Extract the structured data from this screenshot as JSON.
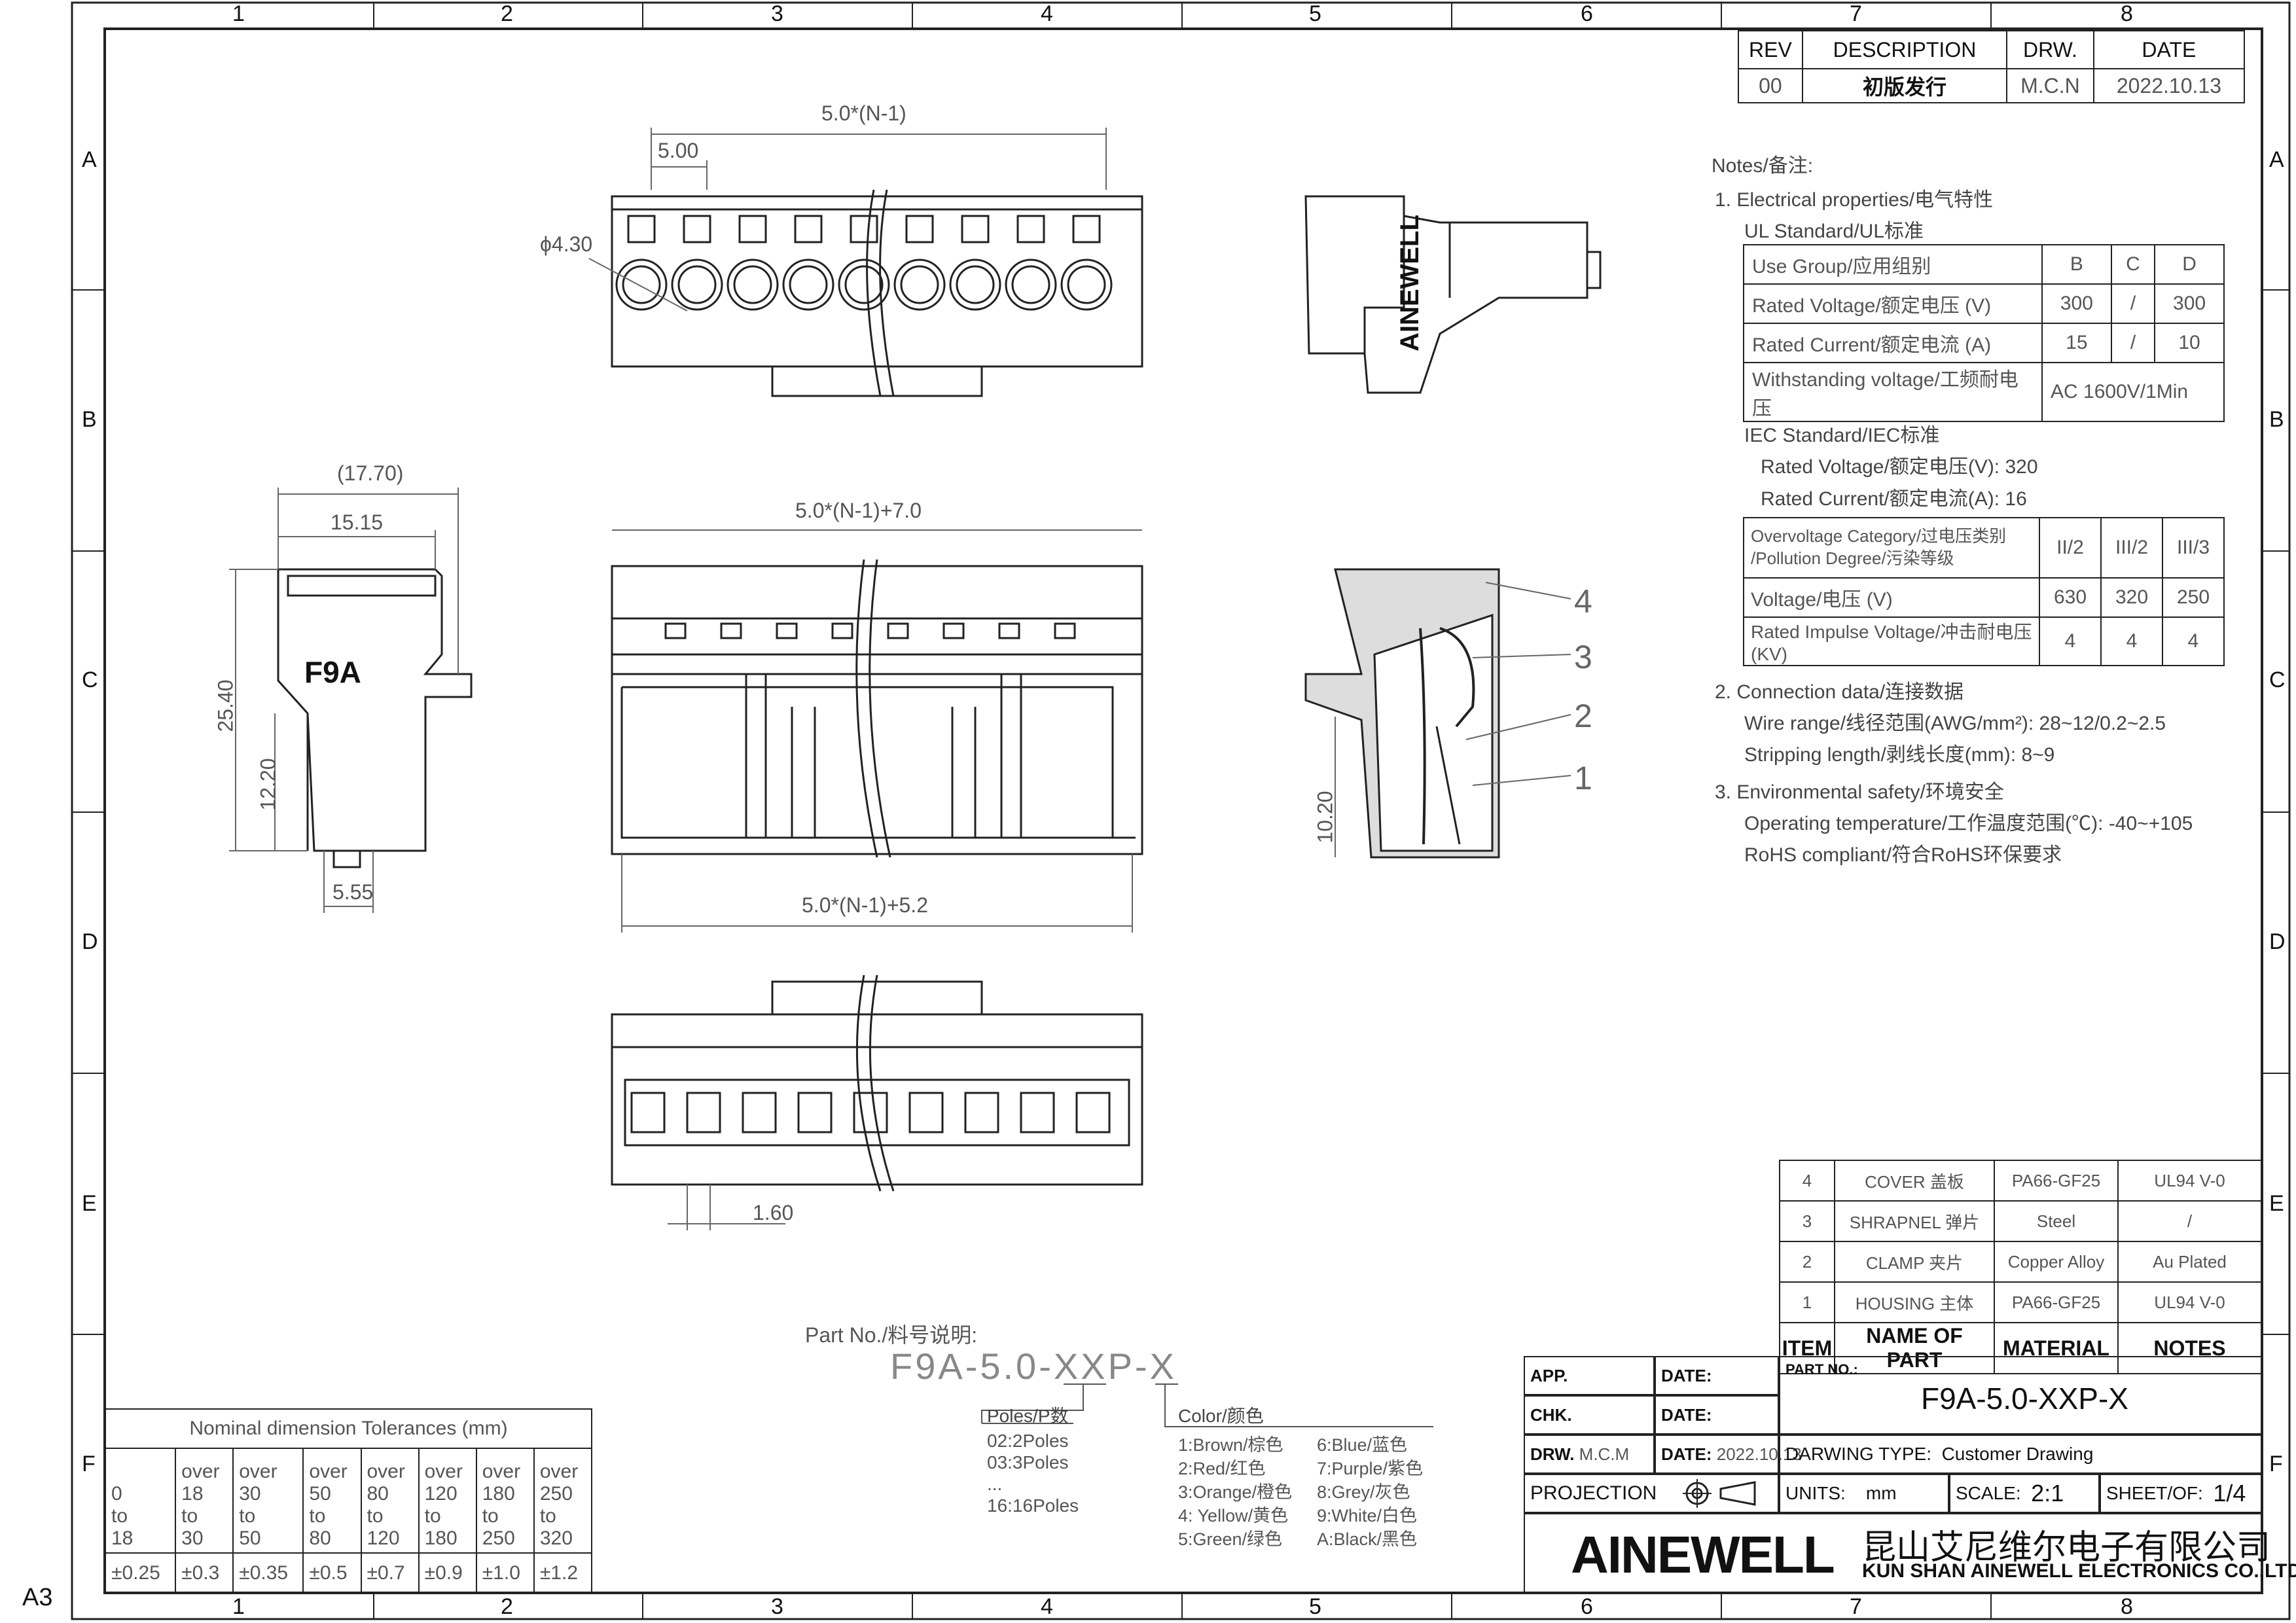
{
  "frame": {
    "col_labels": [
      "1",
      "2",
      "3",
      "4",
      "5",
      "6",
      "7",
      "8"
    ],
    "row_labels": [
      "A",
      "B",
      "C",
      "D",
      "E",
      "F"
    ],
    "sheet_size": "A3"
  },
  "revision": {
    "headers": [
      "REV",
      "DESCRIPTION",
      "DRW.",
      "DATE"
    ],
    "rows": [
      [
        "00",
        "初版发行",
        "M.C.N",
        "2022.10.13"
      ]
    ]
  },
  "notes": {
    "title": "Notes/备注:",
    "electrical": "1. Electrical properties/电气特性",
    "ul_label": "UL Standard/UL标准",
    "ul_table": [
      [
        "Use Group/应用组别",
        "B",
        "C",
        "D"
      ],
      [
        "Rated Voltage/额定电压 (V)",
        "300",
        "/",
        "300"
      ],
      [
        "Rated Current/额定电流 (A)",
        "15",
        "/",
        "10"
      ],
      [
        "Withstanding voltage/工频耐电压",
        "AC 1600V/1Min"
      ]
    ],
    "iec_label": "IEC Standard/IEC标准",
    "iec_voltage": "Rated Voltage/额定电压(V):  320",
    "iec_current": "Rated Current/额定电流(A):  16",
    "iec_table": [
      [
        "Overvoltage Category/过电压类别\n/Pollution Degree/污染等级",
        "II/2",
        "III/2",
        "III/3"
      ],
      [
        "Voltage/电压 (V)",
        "630",
        "320",
        "250"
      ],
      [
        "Rated Impulse Voltage/冲击耐电压(KV)",
        "4",
        "4",
        "4"
      ]
    ],
    "connection": "2. Connection data/连接数据",
    "wire_range": "Wire range/线径范围(AWG/mm²):  28~12/0.2~2.5",
    "stripping": "Stripping length/剥线长度(mm):  8~9",
    "environmental": "3. Environmental safety/环境安全",
    "operating_temp": "Operating temperature/工作温度范围(℃):  -40~+105",
    "rohs": "RoHS compliant/符合RoHS环保要求"
  },
  "dimensions": {
    "top_pitch_total": "5.0*(N-1)",
    "top_pitch": "5.00",
    "hole_dia": "ϕ4.30",
    "side_overall": "(17.70)",
    "side_width": "15.15",
    "side_height": "25.40",
    "side_lower": "12.20",
    "side_bottom": "5.55",
    "side_label": "F9A",
    "front_top": "5.0*(N-1)+7.0",
    "front_bottom": "5.0*(N-1)+5.2",
    "section_height": "10.20",
    "bottom_gap": "1.60",
    "section_callouts": [
      "4",
      "3",
      "2",
      "1"
    ],
    "logo_side": "AINEWELL"
  },
  "part_number": {
    "label": "Part No./料号说明:",
    "code_prefix": "F9A-5.0-",
    "code_poles": "XX",
    "code_mid": "P-",
    "code_color": "X",
    "poles_label": "Poles/P数",
    "poles": [
      "02:2Poles",
      "03:3Poles",
      "...",
      "16:16Poles"
    ],
    "color_label": "Color/颜色",
    "colors_left": [
      "1:Brown/棕色",
      "2:Red/红色",
      "3:Orange/橙色",
      "4: Yellow/黄色",
      "5:Green/绿色"
    ],
    "colors_right": [
      "6:Blue/蓝色",
      "7:Purple/紫色",
      "8:Grey/灰色",
      "9:White/白色",
      "A:Black/黑色"
    ]
  },
  "tolerances": {
    "title": "Nominal dimension Tolerances (mm)",
    "ranges": [
      [
        "0",
        "to",
        "18"
      ],
      [
        "over",
        "18",
        "to",
        "30"
      ],
      [
        "over",
        "30",
        "to",
        "50"
      ],
      [
        "over",
        "50",
        "to",
        "80"
      ],
      [
        "over",
        "80",
        "to",
        "120"
      ],
      [
        "over",
        "120",
        "to",
        "180"
      ],
      [
        "over",
        "180",
        "to",
        "250"
      ],
      [
        "over",
        "250",
        "to",
        "320"
      ]
    ],
    "values": [
      "±0.25",
      "±0.3",
      "±0.35",
      "±0.5",
      "±0.7",
      "±0.9",
      "±1.0",
      "±1.2"
    ]
  },
  "bom": {
    "rows": [
      [
        "4",
        "COVER 盖板",
        "PA66-GF25",
        "UL94 V-0"
      ],
      [
        "3",
        "SHRAPNEL 弹片",
        "Steel",
        "/"
      ],
      [
        "2",
        "CLAMP 夹片",
        "Copper Alloy",
        "Au Plated"
      ],
      [
        "1",
        "HOUSING 主体",
        "PA66-GF25",
        "UL94 V-0"
      ]
    ],
    "headers": [
      "ITEM",
      "NAME OF PART",
      "MATERIAL",
      "NOTES"
    ]
  },
  "title_block": {
    "app": "APP.",
    "chk": "CHK.",
    "drw": "DRW.",
    "drw_name": "M.C.M",
    "date_label": "DATE:",
    "date_value": "2022.10.13",
    "part_no_label": "PART NO.:",
    "part_no": "F9A-5.0-XXP-X",
    "drawing_type_label": "DARWING TYPE:",
    "drawing_type": "Customer Drawing",
    "projection": "PROJECTION",
    "units_label": "UNITS:",
    "units": "mm",
    "scale_label": "SCALE:",
    "scale": "2:1",
    "sheet_label": "SHEET/OF:",
    "sheet": "1/4",
    "logo": "AINEWELL",
    "company_cn": "昆山艾尼维尔电子有限公司",
    "company_en": "KUN SHAN AINEWELL ELECTRONICS CO.,LTD"
  }
}
